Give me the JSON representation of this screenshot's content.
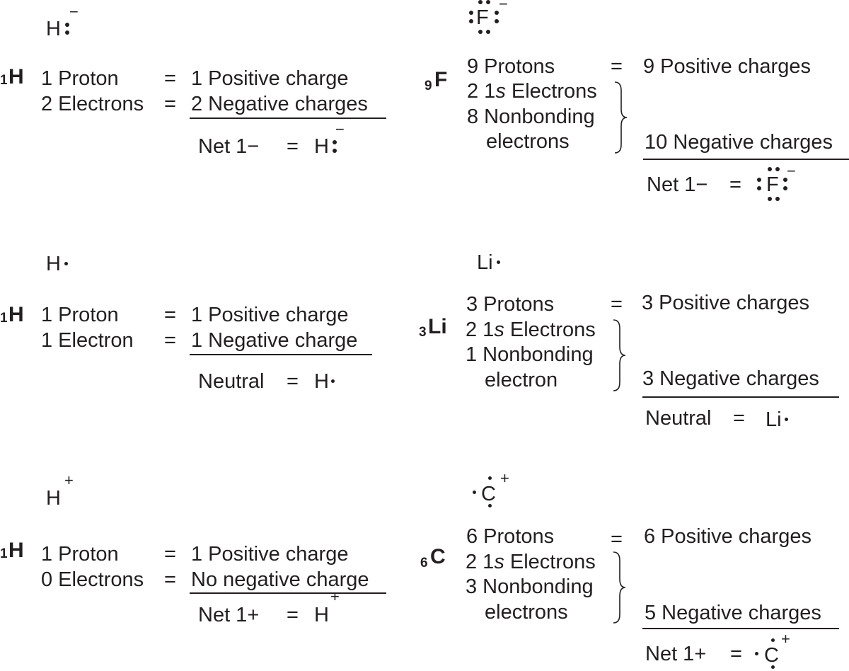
{
  "panels": {
    "h_anion": {
      "symbol": "H",
      "charge": "−",
      "element": "H",
      "number": "1",
      "row1_left": "1 Proton",
      "row1_right": "1 Positive charge",
      "row2_left": "2 Electrons",
      "row2_right": "2 Negative charges",
      "result_label": "Net 1−",
      "result_symbol": "H",
      "result_charge": "−"
    },
    "h_radical": {
      "symbol": "H",
      "element": "H",
      "number": "1",
      "row1_left": "1 Proton",
      "row1_right": "1 Positive charge",
      "row2_left": "1 Electron",
      "row2_right": "1 Negative charge",
      "result_label": "Neutral",
      "result_symbol": "H"
    },
    "h_cation": {
      "symbol": "H",
      "charge": "+",
      "element": "H",
      "number": "1",
      "row1_left": "1 Proton",
      "row1_right": "1 Positive charge",
      "row2_left": "0 Electrons",
      "row2_right": "No negative charge",
      "result_label": "Net 1+",
      "result_symbol": "H",
      "result_charge": "+"
    },
    "f_anion": {
      "symbol": "F",
      "charge": "−",
      "element": "F",
      "number": "9",
      "protons": "9 Protons",
      "positive": "9 Positive charges",
      "core_pre": "2 1",
      "core_s": "s",
      "core_post": " Electrons",
      "nonbond1": "8 Nonbonding",
      "nonbond2": "electrons",
      "negative": "10 Negative charges",
      "result_label": "Net 1−",
      "result_symbol": "F",
      "result_charge": "−"
    },
    "li_radical": {
      "symbol": "Li",
      "element": "Li",
      "number": "3",
      "protons": "3 Protons",
      "positive": "3 Positive charges",
      "core_pre": "2 1",
      "core_s": "s",
      "core_post": " Electrons",
      "nonbond1": "1 Nonbonding",
      "nonbond2": "electron",
      "negative": "3 Negative charges",
      "result_label": "Neutral",
      "result_symbol": "Li"
    },
    "c_cation": {
      "symbol": "C",
      "charge": "+",
      "element": "C",
      "number": "6",
      "protons": "6 Protons",
      "positive": "6 Positive charges",
      "core_pre": "2 1",
      "core_s": "s",
      "core_post": " Electrons",
      "nonbond1": "3 Nonbonding",
      "nonbond2": "electrons",
      "negative": "5 Negative charges",
      "result_label": "Net 1+",
      "result_symbol": "C",
      "result_charge": "+"
    }
  },
  "equals": "="
}
